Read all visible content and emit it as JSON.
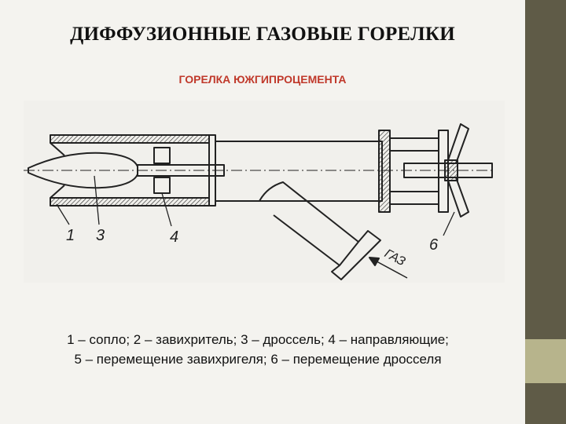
{
  "slide": {
    "title": "ДИФФУЗИОННЫЕ ГАЗОВЫЕ ГОРЕЛКИ",
    "subtitle": "ГОРЕЛКА ЮЖГИПРОЦЕМЕНТА"
  },
  "diagram": {
    "labels": {
      "part_1": "1",
      "part_3": "3",
      "part_4": "4",
      "part_6": "6",
      "gas": "ГАЗ"
    }
  },
  "caption": {
    "line1": "1 – сопло; 2 – завихритель; 3 – дроссель; 4 – направляющие;",
    "line2": "5 – перемещение завихригеля; 6 – перемещение дросселя"
  },
  "colors": {
    "title": "#111111",
    "subtitle": "#c0392b",
    "side_band_dark": "#5f5b47",
    "side_band_light": "#b7b48c",
    "drawing_ink": "#222222"
  }
}
